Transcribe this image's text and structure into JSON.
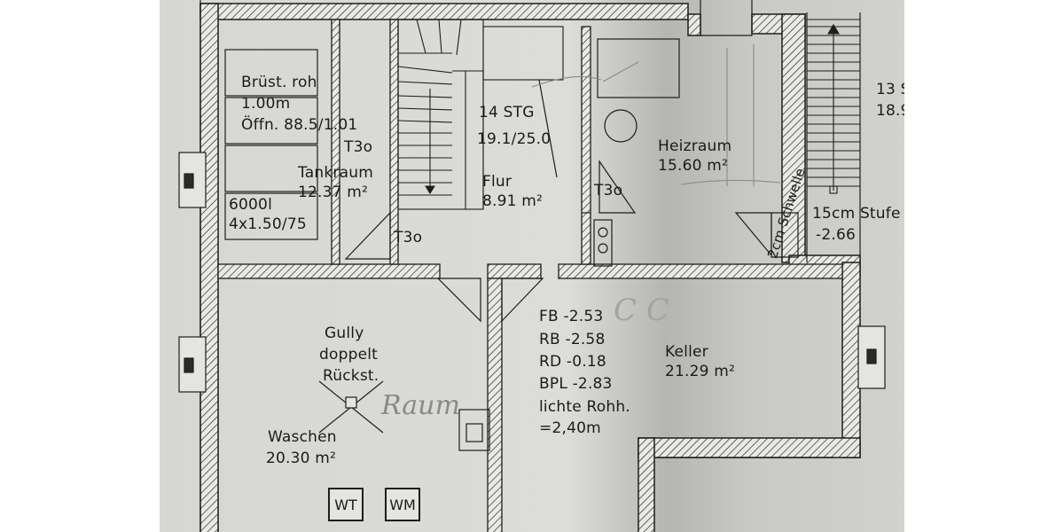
{
  "rooms": {
    "brust": {
      "line1": "Brüst. roh",
      "line2": "1.00m",
      "line3": "Öffn. 88.5/1.01"
    },
    "tankraum": {
      "name": "Tankraum",
      "area": "12.37 m²",
      "door": "T3o",
      "tank_line1": "6000l",
      "tank_line2": "4x1.50/75"
    },
    "stair": {
      "line1": "14 STG",
      "line2": "19.1/25.0"
    },
    "flur": {
      "name": "Flur",
      "area": "8.91 m²",
      "door": "T3o"
    },
    "heizraum": {
      "name": "Heizraum",
      "area": "15.60 m²",
      "door": "T3o"
    },
    "schwelle": {
      "text": "2cm Schwelle"
    },
    "stufe": {
      "line1": "15cm Stufe",
      "line2": "-2.66"
    },
    "edge": {
      "line1": "13 S",
      "line2": "18.9"
    },
    "waschen": {
      "gully1": "Gully",
      "gully2": "doppelt",
      "gully3": "Rückst.",
      "name": "Waschen",
      "area": "20.30 m²",
      "wt": "WT",
      "wm": "WM"
    },
    "keller": {
      "name": "Keller",
      "area": "21.29 m²",
      "levels": [
        "FB -2.53",
        "RB -2.58",
        "RD -0.18",
        "BPL -2.83",
        "lichte Rohh.",
        "=2,40m"
      ]
    }
  },
  "handwriting": {
    "raum": "Raum",
    "cc": "C C"
  },
  "colors": {
    "paper": "#d9d9d6",
    "ink": "#1d1d1d",
    "pencil": "#8a8a8a"
  }
}
